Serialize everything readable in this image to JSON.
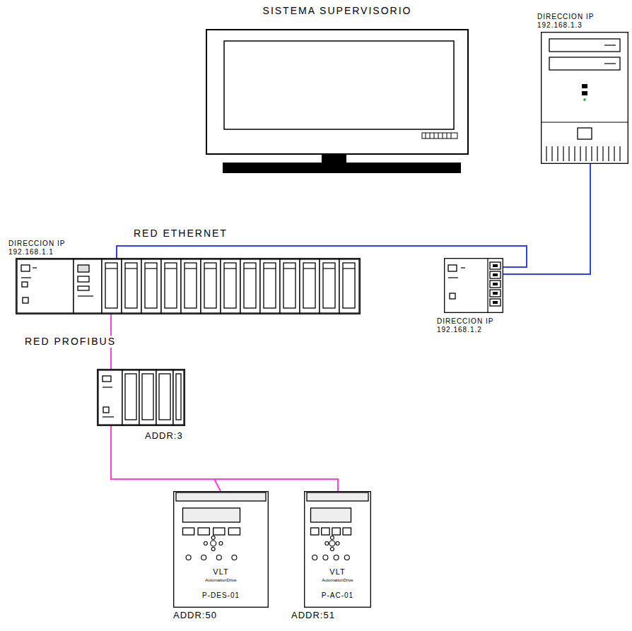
{
  "diagram": {
    "title": "SISTEMA SUPERVISORIO",
    "nodes": [
      {
        "text": [
          "DIRECCION IP 192.168.1.3"
        ]
      },
      {
        "text": [
          "DIRECCION IP 192.168.1.1"
        ]
      },
      {
        "text": [
          "DIRECCION IP 192.168.1.2"
        ]
      },
      {
        "text": [
          "ADDR:3"
        ]
      },
      {
        "text": [
          "VLT",
          "AutomationDrive",
          "P-DES-01",
          "ADDR:50"
        ]
      },
      {
        "text": [
          "VLT",
          "AutomationDrive",
          "P-AC-01",
          "ADDR:51"
        ]
      }
    ],
    "edges": [
      {
        "from": 0,
        "to": 2,
        "arrow": "none"
      },
      {
        "from": 1,
        "to": 2,
        "arrow": "none"
      },
      {
        "from": 1,
        "to": 3,
        "arrow": "none"
      },
      {
        "from": 3,
        "to": 4,
        "arrow": "none"
      },
      {
        "from": 3,
        "to": 5,
        "arrow": "none"
      }
    ],
    "labels": [
      "RED ETHERNET",
      "RED PROFIBUS"
    ]
  }
}
